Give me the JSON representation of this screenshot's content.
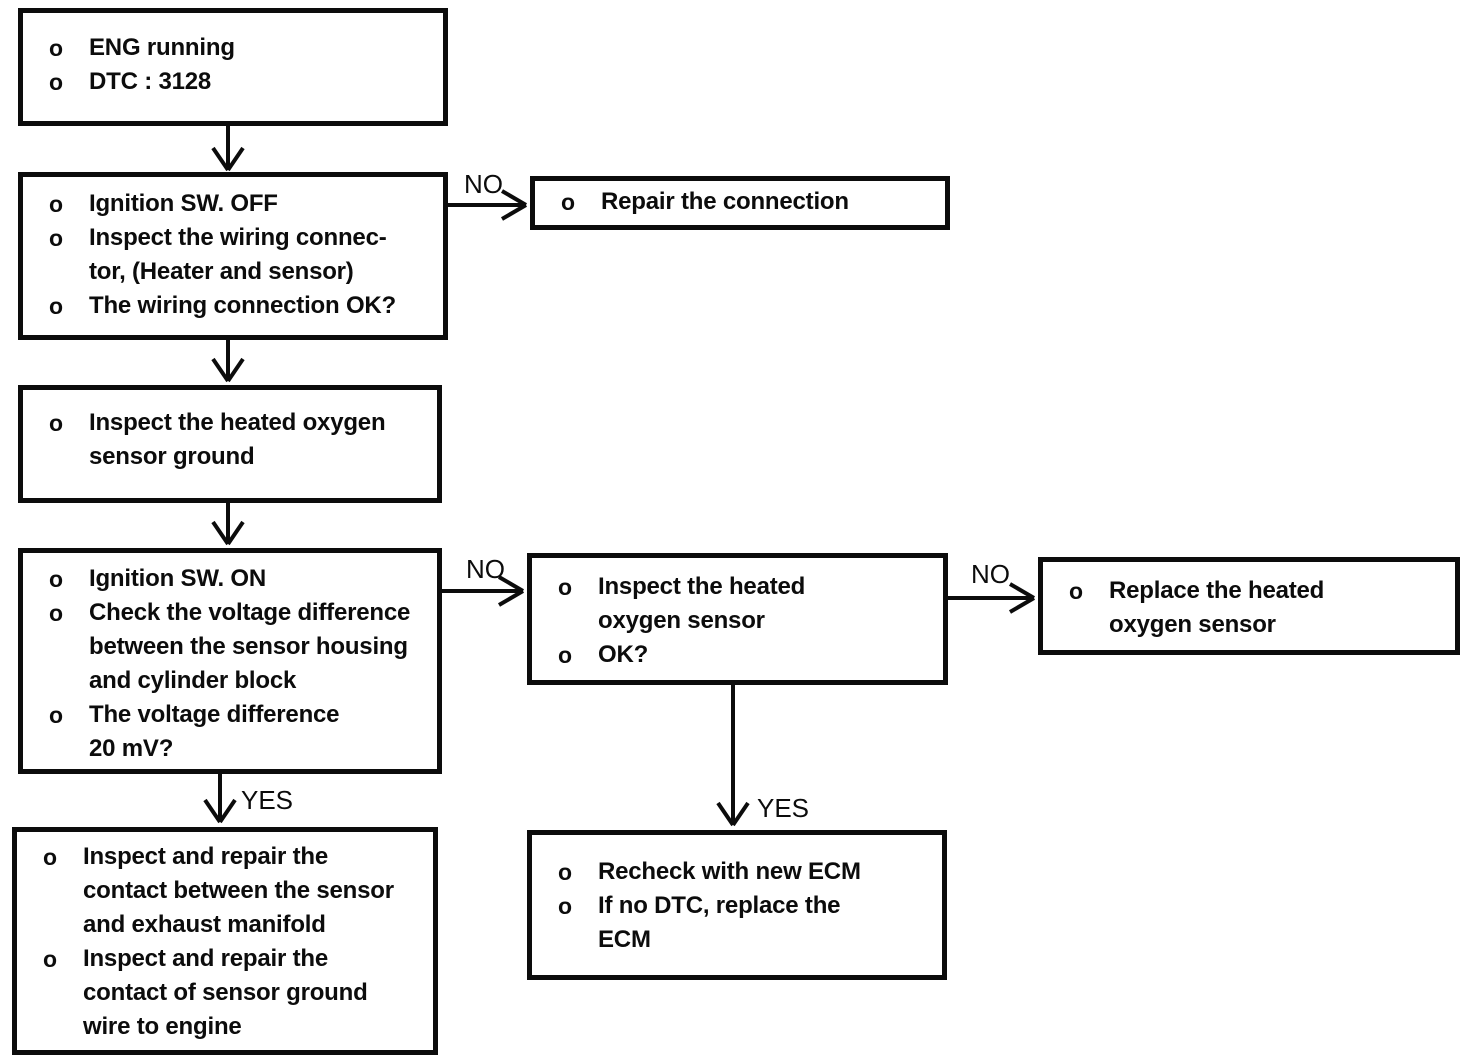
{
  "meta": {
    "kind": "diagnostic-flowchart",
    "ink_color": "#0c0c0c",
    "paper_color": "#ffffff",
    "bullet_glyph": "o"
  },
  "nodes": [
    {
      "id": "start",
      "items": [
        "ENG running",
        "DTC : 3128"
      ]
    },
    {
      "id": "check-wiring",
      "items": [
        "Ignition SW. OFF",
        "Inspect the wiring connec-\ntor, (Heater and sensor)",
        "The wiring connection OK?"
      ]
    },
    {
      "id": "repair-connection",
      "items": [
        "Repair the connection"
      ]
    },
    {
      "id": "inspect-ground",
      "items": [
        "Inspect the heated oxygen\nsensor ground"
      ]
    },
    {
      "id": "check-voltage",
      "items": [
        "Ignition SW. ON",
        "Check the voltage difference\nbetween the sensor housing\nand cylinder block",
        "The voltage difference\n20 mV?"
      ]
    },
    {
      "id": "inspect-sensor",
      "items": [
        "Inspect the heated\noxygen sensor",
        "OK?"
      ]
    },
    {
      "id": "replace-sensor",
      "items": [
        "Replace the heated\noxygen sensor"
      ]
    },
    {
      "id": "repair-contact",
      "items": [
        "Inspect and repair the\ncontact between the sensor\nand exhaust manifold",
        "Inspect and repair the\ncontact of sensor ground\nwire to engine"
      ]
    },
    {
      "id": "recheck-ecm",
      "items": [
        "Recheck with new ECM",
        "If no DTC, replace the\nECM"
      ]
    }
  ],
  "edges": [
    {
      "from": "start",
      "to": "check-wiring",
      "label": ""
    },
    {
      "from": "check-wiring",
      "to": "repair-connection",
      "label": "NO"
    },
    {
      "from": "check-wiring",
      "to": "inspect-ground",
      "label": ""
    },
    {
      "from": "inspect-ground",
      "to": "check-voltage",
      "label": ""
    },
    {
      "from": "check-voltage",
      "to": "inspect-sensor",
      "label": "NO"
    },
    {
      "from": "inspect-sensor",
      "to": "replace-sensor",
      "label": "NO"
    },
    {
      "from": "check-voltage",
      "to": "repair-contact",
      "label": "YES"
    },
    {
      "from": "inspect-sensor",
      "to": "recheck-ecm",
      "label": "YES"
    }
  ]
}
